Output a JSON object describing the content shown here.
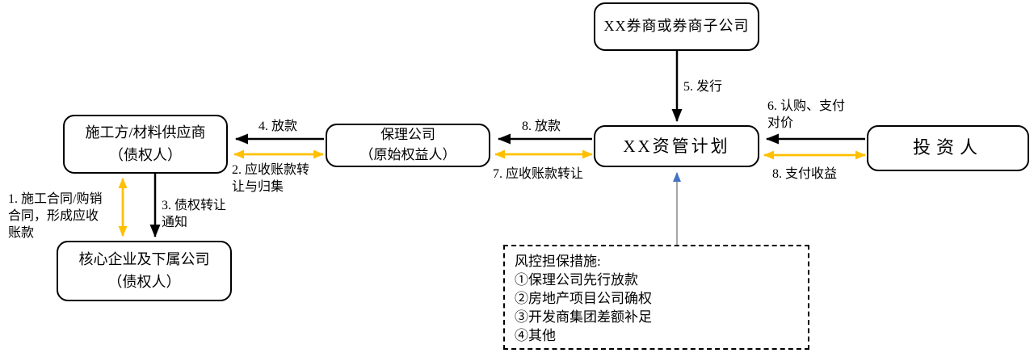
{
  "colors": {
    "background": "#FFFFFF",
    "box_border": "#000000",
    "text": "#000000",
    "arrow_black": "#000000",
    "arrow_yellow": "#FFC000",
    "arrow_blue_head": "#4472C4",
    "arrow_gray_line": "#A6A6A6"
  },
  "nodes": {
    "broker": {
      "label": "XX券商或券商子公司"
    },
    "supplier": {
      "line1": "施工方/材料供应商",
      "line2": "（债权人）"
    },
    "factoring": {
      "line1": "保理公司",
      "line2": "（原始权益人）"
    },
    "plan": {
      "label": "XX资管计划"
    },
    "investor": {
      "label": "投资人"
    },
    "core_enterprise": {
      "line1": "核心企业及下属公司",
      "line2": "（债权人）"
    },
    "risk_control": {
      "title": "风控担保措施:",
      "items": [
        "①保理公司先行放款",
        "②房地产项目公司确权",
        "③开发商集团差额补足",
        "④其他"
      ]
    }
  },
  "flows": {
    "f1": "1. 施工合同/购销合同，形成应收账款",
    "f2": "2. 应收账款转让与归集",
    "f3": "3. 债权转让通知",
    "f4": "4. 放款",
    "f5": "5. 发行",
    "f6": "6. 认购、支付对价",
    "f7": "7. 应收账款转让",
    "f8_loan": "8. 放款",
    "f8_pay": "8. 支付收益"
  }
}
